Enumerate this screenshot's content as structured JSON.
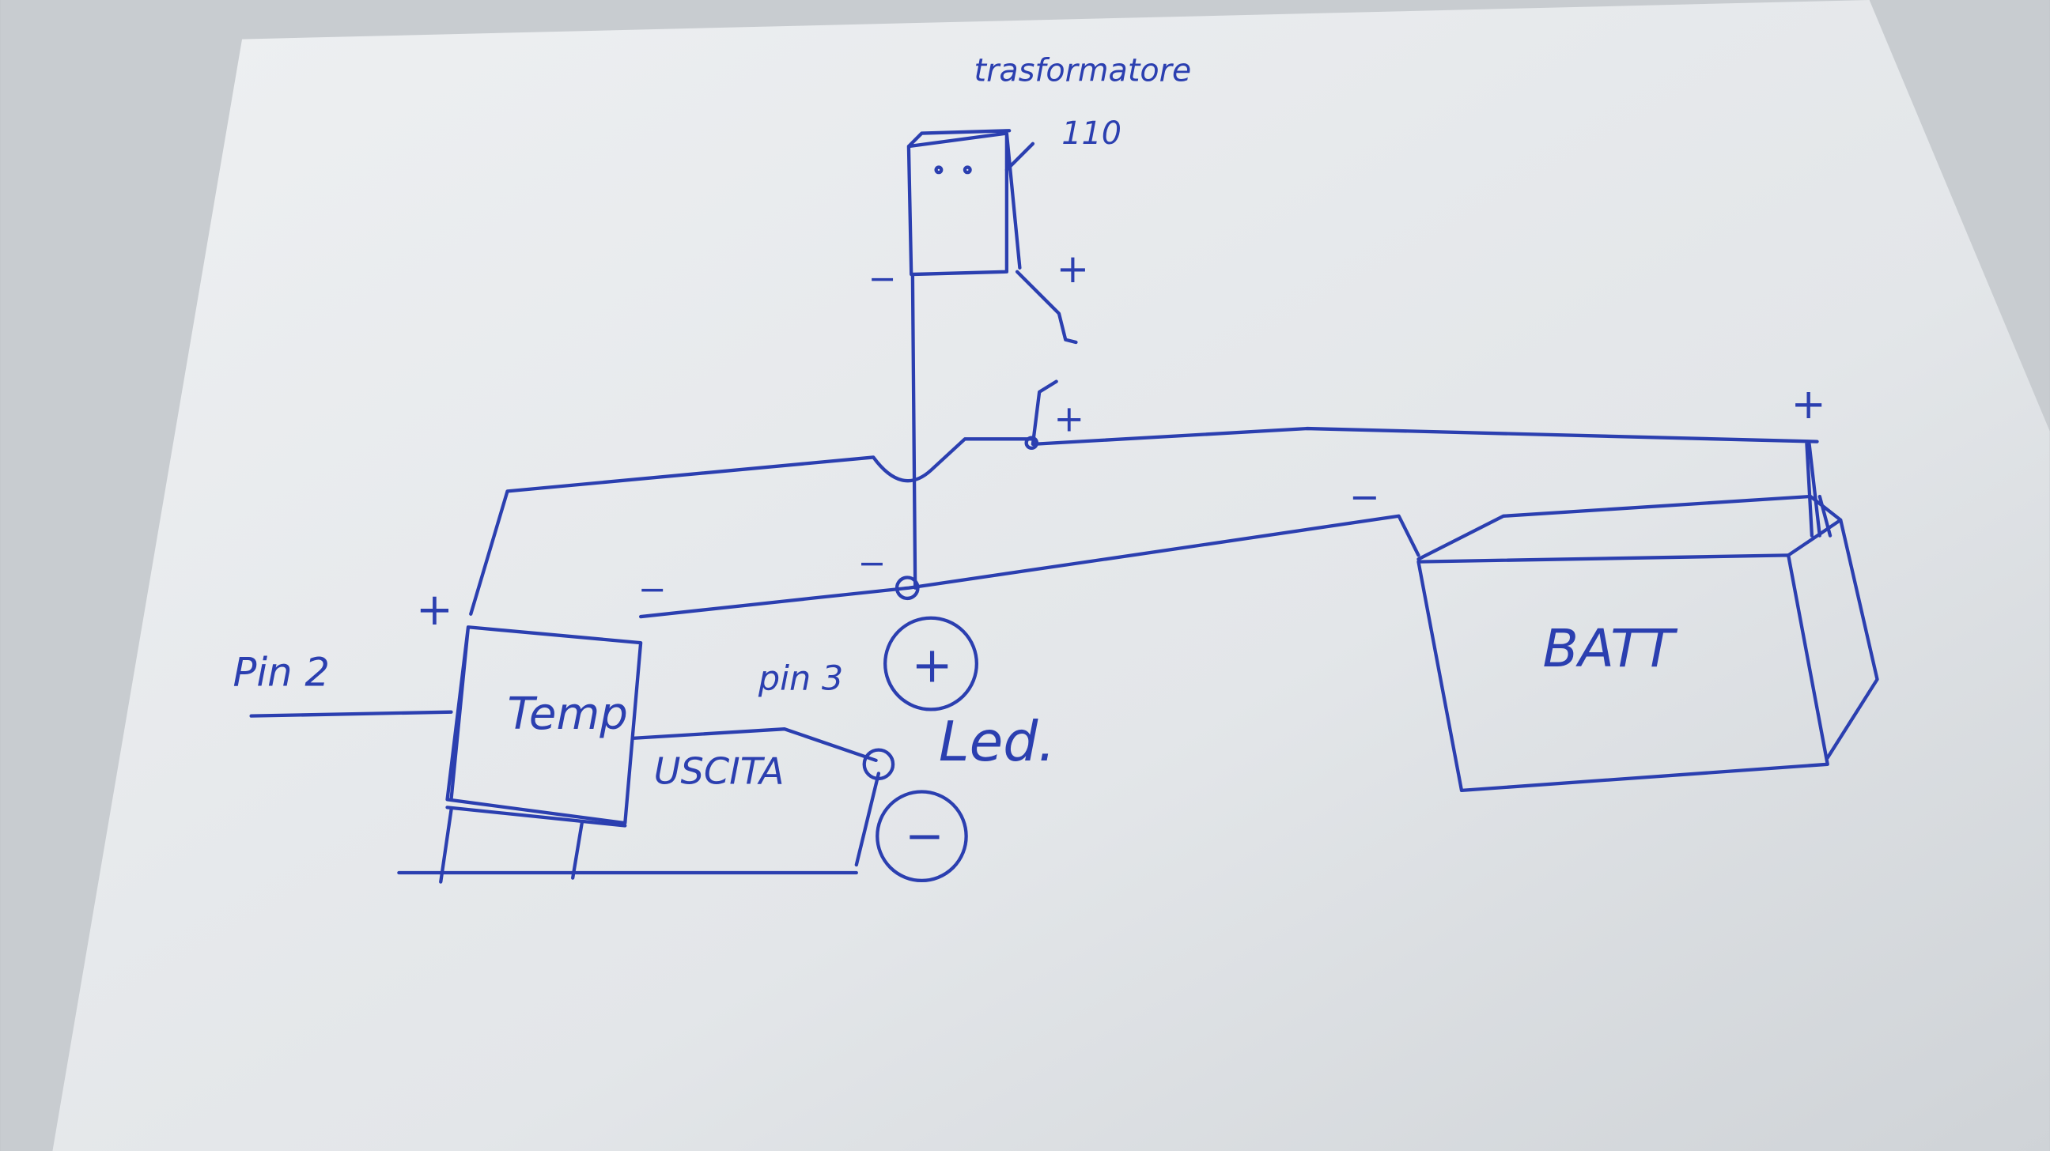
{
  "diagram": {
    "ink_color": "#2b3fb0",
    "paper_color": "#e4e7ea",
    "labels": {
      "transformer": "trasformatore",
      "voltage": "110",
      "pin_input": "Pin 2",
      "temp": "Temp",
      "pin3": "pin 3",
      "output": "USCITA",
      "led": "Led.",
      "battery": "BATT"
    },
    "signs": {
      "plus": "+",
      "minus": "−"
    }
  }
}
